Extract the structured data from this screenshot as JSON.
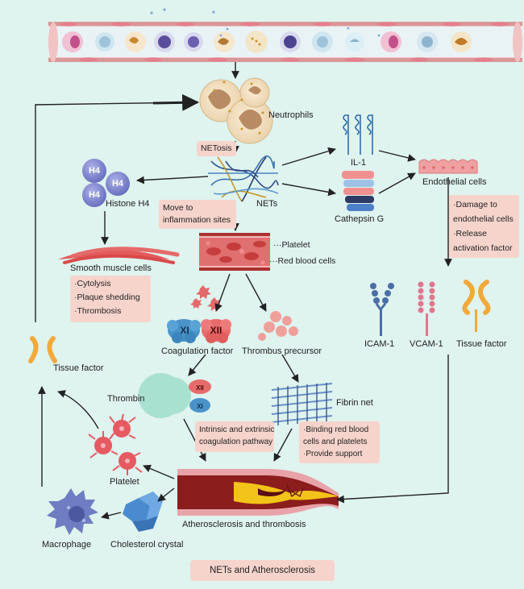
{
  "title": "NETs and Atherosclerosis",
  "nodes": {
    "neutrophils": "Neutrophils",
    "netosis": "NETosis",
    "nets": "NETs",
    "il1": "IL-1",
    "cathepsin_g": "Cathepsin G",
    "endothelial_cells": "Endothelial cells",
    "histone_h4": "Histone H4",
    "h4": "H4",
    "smooth_muscle_cells": "Smooth muscle cells",
    "move_to_inflammation": [
      "Move to",
      "inflammation sites"
    ],
    "platelet_label": "Platelet",
    "red_blood_cells": "Red blood cells",
    "coagulation_factor": "Coagulation factor",
    "xi": "XI",
    "xii": "XII",
    "thrombus_precursor": "Thrombus precursor",
    "thrombin": "Thrombin",
    "fibrin_net": "Fibrin net",
    "icam1": "ICAM-1",
    "vcam1": "VCAM-1",
    "tissue_factor_right": "Tissue factor",
    "tissue_factor_left": "Tissue factor",
    "platelet": "Platelet",
    "macrophage": "Macrophage",
    "cholesterol_crystal": "Cholesterol crystal",
    "atherosclerosis": "Atherosclerosis and thrombosis"
  },
  "boxes": {
    "smooth_muscle_effects": [
      "·Cytolysis",
      "·Plaque shedding",
      "·Thrombosis"
    ],
    "endothelial_effects": [
      "·Damage to",
      "endothelial cells",
      "·Release",
      "activation factor"
    ],
    "coagulation_pathway": [
      "Intrinsic and extrinsic",
      "coagulation pathway"
    ],
    "fibrin_effects": [
      "·Binding red blood",
      "cells and platelets",
      "·Provide support"
    ]
  },
  "colors": {
    "background": "#dff3ef",
    "box": "#f6d4cc",
    "vessel_wall": "#e8a3a8",
    "blood": "#8b1d1d",
    "plaque": "#f2c318",
    "receptor_blue": "#4a6fa5",
    "receptor_pink": "#e0778e",
    "tissue_factor": "#f2a93b",
    "histone": "#7c82c9"
  }
}
